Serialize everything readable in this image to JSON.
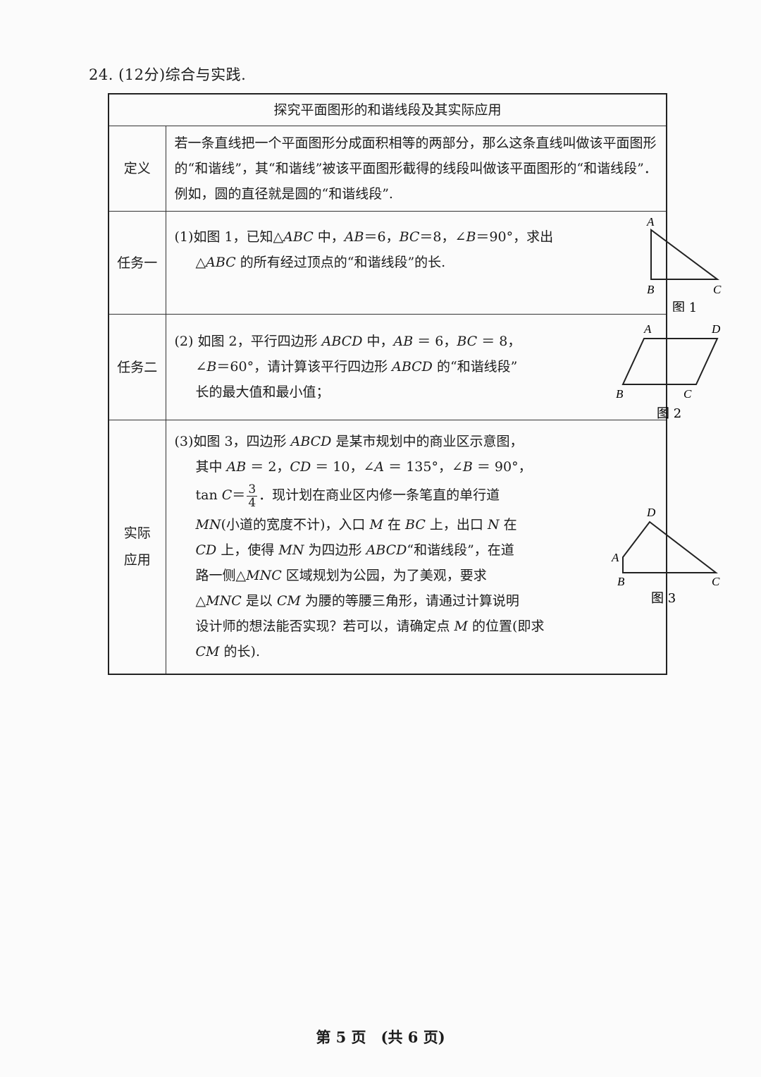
{
  "question": {
    "title": "24. (12分)综合与实践."
  },
  "table": {
    "header": "探究平面图形的和谐线段及其实际应用",
    "definition": {
      "label": "定义",
      "text": "若一条直线把一个平面图形分成面积相等的两部分，那么这条直线叫做该平面图形的“和谐线”，其“和谐线”被该平面图形截得的线段叫做该平面图形的“和谐线段”．例如，圆的直径就是圆的“和谐线段”."
    },
    "task1": {
      "label": "任务一",
      "figure": {
        "caption": "图 1",
        "labels": {
          "A": "A",
          "B": "B",
          "C": "C"
        }
      }
    },
    "task2": {
      "label": "任务二",
      "figure": {
        "caption": "图 2",
        "labels": {
          "A": "A",
          "B": "B",
          "C": "C",
          "D": "D"
        }
      }
    },
    "application": {
      "label_line1": "实际",
      "label_line2": "应用",
      "figure": {
        "caption": "图 3",
        "labels": {
          "A": "A",
          "B": "B",
          "C": "C",
          "D": "D"
        }
      }
    }
  },
  "footer": {
    "page": "第 5 页　(共 6 页)"
  }
}
